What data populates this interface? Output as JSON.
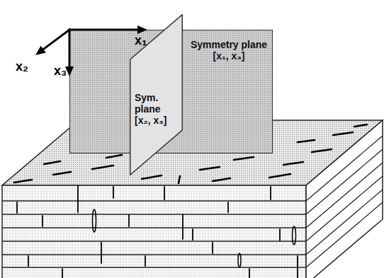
{
  "diagram": {
    "nodes": [
      {
        "text": [
          "Sym. plane [x₂, x₃]"
        ]
      },
      {
        "text": [
          "Symmetry plane [x₁, x₃]"
        ]
      }
    ],
    "labels": [
      "x₁",
      "x₂",
      "x₃"
    ]
  }
}
